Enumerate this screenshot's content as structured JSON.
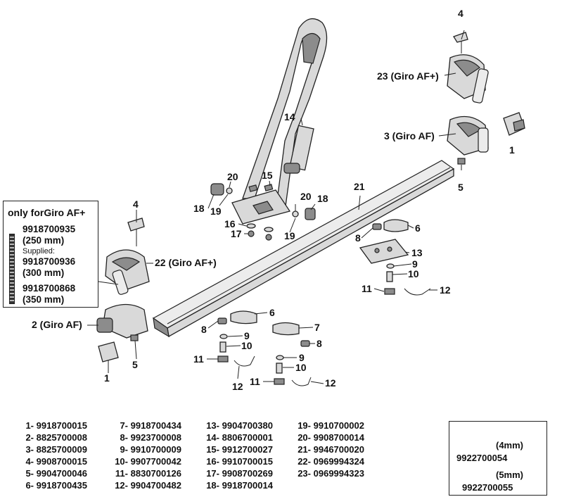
{
  "callouts": {
    "c1_top": "1",
    "c1_left": "1",
    "c2": "2 (Giro AF)",
    "c3": "3 (Giro AF)",
    "c4_top": "4",
    "c4_left": "4",
    "c5_top": "5",
    "c5_left": "5",
    "c6_right": "6",
    "c6_mid": "6",
    "c7": "7",
    "c8_right": "8",
    "c8_mid": "8",
    "c8_low": "8",
    "c9_right": "9",
    "c9_mid": "9",
    "c9_low": "9",
    "c10_right": "10",
    "c10_mid": "10",
    "c10_low": "10",
    "c11_right": "11",
    "c11_mid": "11",
    "c11_low": "11",
    "c12_right": "12",
    "c12_mid": "12",
    "c12_low": "12",
    "c13": "13",
    "c14": "14",
    "c15": "15",
    "c16": "16",
    "c17": "17",
    "c18_left": "18",
    "c18_right": "18",
    "c19_left": "19",
    "c19_right": "19",
    "c20_left": "20",
    "c20_right": "20",
    "c21": "21",
    "c22": "22 (Giro AF+)",
    "c23": "23 (Giro AF+)"
  },
  "inset": {
    "title": "only forGiro AF+",
    "line1": "9918700935",
    "line2": "(250 mm)",
    "supplied": "Supplied:",
    "line3": "9918700936",
    "line4": "(300 mm)",
    "line5": "9918700868",
    "line6": "(350 mm)"
  },
  "parts": [
    {
      "num": "1-",
      "code": "9918700015"
    },
    {
      "num": "2-",
      "code": "8825700008"
    },
    {
      "num": "3-",
      "code": "8825700009"
    },
    {
      "num": "4-",
      "code": "9908700015"
    },
    {
      "num": "5-",
      "code": "9904700046"
    },
    {
      "num": "6-",
      "code": "9918700435"
    },
    {
      "num": "7-",
      "code": "9918700434"
    },
    {
      "num": "8-",
      "code": "9923700008"
    },
    {
      "num": "9-",
      "code": "9910700009"
    },
    {
      "num": "10-",
      "code": "9907700042"
    },
    {
      "num": "11-",
      "code": "8830700126"
    },
    {
      "num": "12-",
      "code": "9904700482"
    },
    {
      "num": "13-",
      "code": "9904700380"
    },
    {
      "num": "14-",
      "code": "8806700001"
    },
    {
      "num": "15-",
      "code": "9912700027"
    },
    {
      "num": "16-",
      "code": "9910700015"
    },
    {
      "num": "17-",
      "code": "9908700269"
    },
    {
      "num": "18-",
      "code": "9918700014"
    },
    {
      "num": "19-",
      "code": "9910700002"
    },
    {
      "num": "20-",
      "code": "9908700014"
    },
    {
      "num": "21-",
      "code": "9946700020"
    },
    {
      "num": "22-",
      "code": "0969994324"
    },
    {
      "num": "23-",
      "code": "0969994323"
    }
  ],
  "tools": {
    "size1": "(4mm)",
    "code1": "9922700054",
    "size2": "(5mm)",
    "code2": "9922700055"
  }
}
